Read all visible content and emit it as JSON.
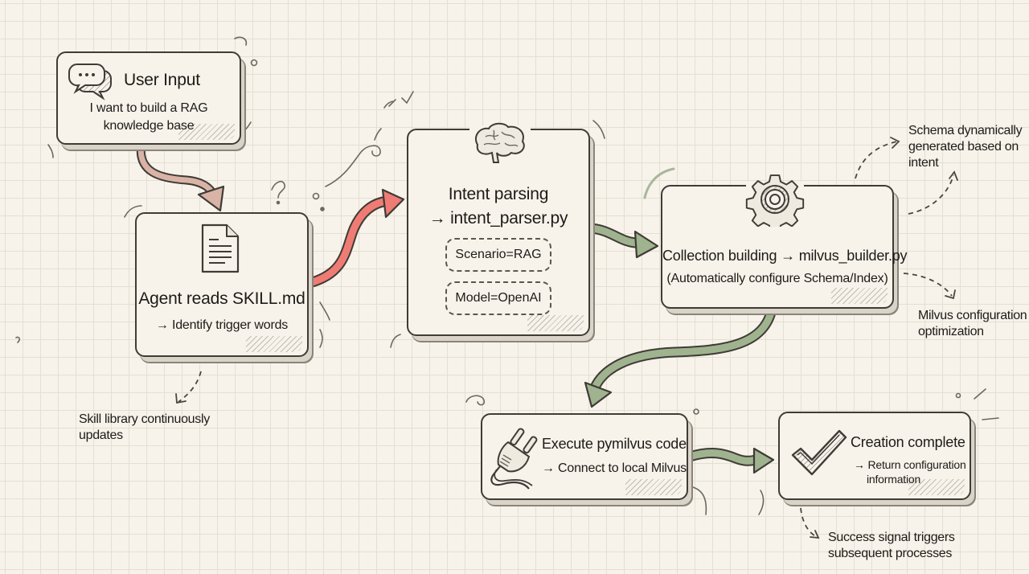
{
  "diagram": {
    "nodes": {
      "user_input": {
        "icon": "chat-bubbles-icon",
        "title": "User Input",
        "line1": "I want to build a RAG",
        "line2": "knowledge base"
      },
      "agent_reads": {
        "icon": "document-icon",
        "title": "Agent reads SKILL.md",
        "subtitle": "→ Identify trigger words"
      },
      "intent_parsing": {
        "icon": "brain-icon",
        "title": "Intent parsing",
        "subtitle": "→ intent_parser.py",
        "params": [
          "Scenario=RAG",
          "Model=OpenAI"
        ]
      },
      "collection_building": {
        "icon": "gear-icon",
        "title": "Collection building → milvus_builder.py",
        "subtitle": "(Automatically configure Schema/Index)"
      },
      "execute_code": {
        "icon": "plug-icon",
        "title": "Execute pymilvus code",
        "subtitle": "→ Connect to local Milvus"
      },
      "creation_complete": {
        "icon": "checkmark-icon",
        "title": "Creation complete",
        "line1": "→ Return configuration",
        "line2": "information"
      }
    },
    "annotations": {
      "skill_library": "Skill library continuously updates",
      "schema_dynamic": "Schema dynamically generated based on intent",
      "milvus_optimization": "Milvus configuration optimization",
      "success_signal": "Success signal triggers subsequent processes"
    },
    "edges": [
      {
        "from": "user_input",
        "to": "agent_reads",
        "color": "#d9b3a6"
      },
      {
        "from": "agent_reads",
        "to": "intent_parsing",
        "color": "#ef7c74"
      },
      {
        "from": "intent_parsing",
        "to": "collection_building",
        "color": "#9fb38f"
      },
      {
        "from": "collection_building",
        "to": "execute_code",
        "color": "#9fb38f"
      },
      {
        "from": "execute_code",
        "to": "creation_complete",
        "color": "#9fb38f"
      }
    ]
  }
}
